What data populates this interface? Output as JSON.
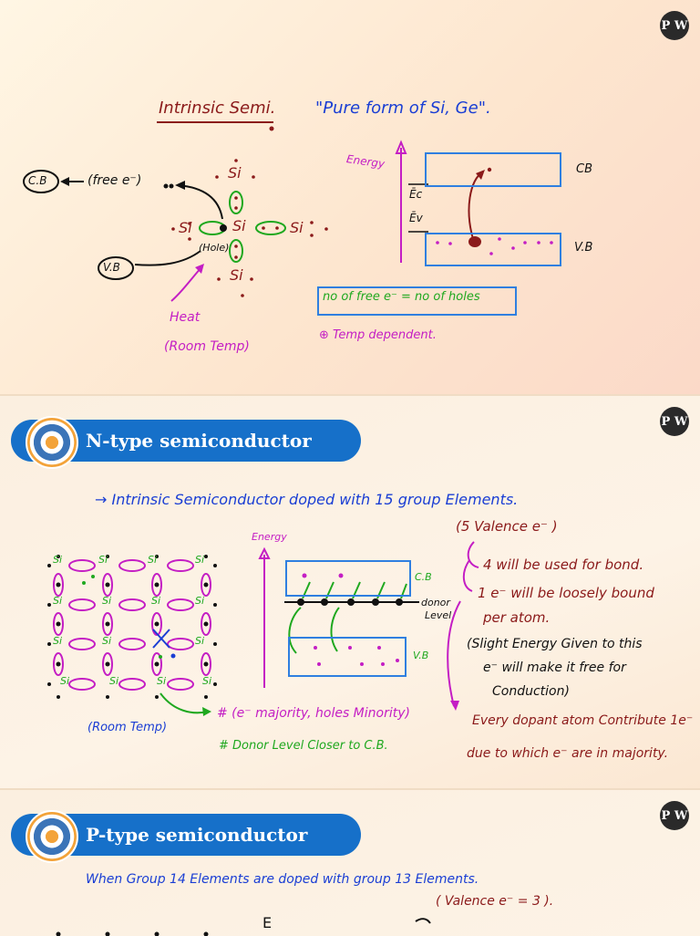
{
  "logo_text": "P W",
  "slide1": {
    "title": "Intrinsic Semi.",
    "subtitle": "\"Pure form of Si, Ge\".",
    "cb_label": "C.B",
    "free_e": "(free e⁻)",
    "vb_label": "V.B",
    "hole_label": "(Hole)",
    "si_top": "Si",
    "si_left": "Si",
    "si_center": "Si",
    "si_right": "Si",
    "si_bottom": "Si",
    "heat": "Heat",
    "room_temp": "(Room Temp)",
    "energy_label": "Energy",
    "ec_label": "Ēc",
    "ev_label": "Ēv",
    "band_cb": "CB",
    "band_vb": "V.B",
    "boxed_relation": "no of free e⁻ = no of holes",
    "temp_dependent": "⊕ Temp dependent."
  },
  "slide2": {
    "banner": "N-type semiconductor",
    "line1": "→ Intrinsic  Semiconductor  doped with  15 group Elements.",
    "valence": "(5 Valence  e⁻ )",
    "note_bond": "4 will be used for bond.",
    "note_loose1": "1 e⁻ will  be loosely bound",
    "note_loose2": "per atom.",
    "note_slight1": "(Slight  Energy  Given to this",
    "note_slight2": "e⁻ will make it free for",
    "note_slight3": "Conduction)",
    "note_every1": "Every dopant atom Contribute 1e⁻",
    "note_every2": "due to which e⁻ are in majority.",
    "energy_label": "Energy",
    "cb_label": "C.B",
    "vb_label": "V.B",
    "donor_level": "donor",
    "donor_level2": "Level",
    "room_temp": "(Room Temp)",
    "majority": "# (e⁻ majority, holes Minority)",
    "donor_closer": "# Donor Level Closer to C.B.",
    "lattice_si": "Si"
  },
  "slide3": {
    "banner": "P-type semiconductor",
    "line1": "When  Group  14  Elements  are  doped  with  group  13  Elements.",
    "valence": "( Valence  e⁻ = 3 ).",
    "energy_e": "E"
  },
  "colors": {
    "handwriting_maroon": "#8b1a1a",
    "handwriting_blue": "#1a3ed4",
    "handwriting_green": "#1fa81f",
    "handwriting_magenta": "#c41ec4",
    "handwriting_black": "#111111",
    "banner_blue": "#1670c9",
    "box_blue": "#2f7fe0"
  }
}
